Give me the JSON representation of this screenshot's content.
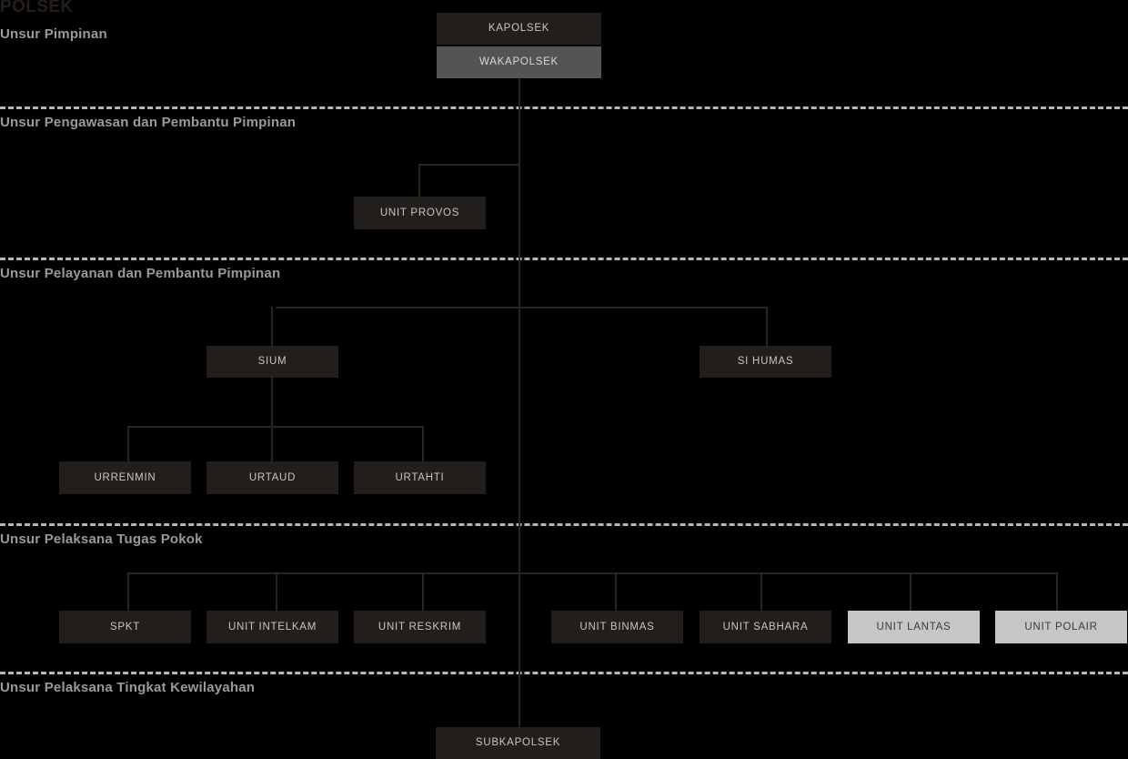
{
  "title": "POLSEK",
  "bands": [
    {
      "label": "Unsur Pimpinan"
    },
    {
      "label": "Unsur Pengawasan dan Pembantu Pimpinan"
    },
    {
      "label": "Unsur Pelayanan dan Pembantu Pimpinan"
    },
    {
      "label": "Unsur Pelaksana Tugas Pokok"
    },
    {
      "label": "Unsur Pelaksana Tingkat Kewilayahan"
    }
  ],
  "nodes": {
    "kapolsek": "KAPOLSEK",
    "wakapolsek": "WAKAPOLSEK",
    "unit_provos": "UNIT PROVOS",
    "sium": "SIUM",
    "si_humas": "SI HUMAS",
    "urrenmin": "URRENMIN",
    "urtaud": "URTAUD",
    "urtahti": "URTAHTI",
    "spkt": "SPKT",
    "unit_intelkam": "UNIT INTELKAM",
    "unit_reskrim": "UNIT RESKRIM",
    "unit_binmas": "UNIT BINMAS",
    "unit_sabhara": "UNIT SABHARA",
    "unit_lantas": "UNIT LANTAS",
    "unit_polair": "UNIT POLAIR",
    "subkapolsek": "SUBKAPOLSEK"
  },
  "colors": {
    "background": "#000000",
    "node_dark": "#211e1b",
    "node_mid": "#555452",
    "node_light": "#c6c6c6",
    "connector": "#2b2520",
    "band_label": "#9a9a9a",
    "title": "#251f1b"
  },
  "chart_data": {
    "type": "diagram",
    "title": "POLSEK",
    "bands": [
      {
        "label": "Unsur Pimpinan",
        "members": [
          "KAPOLSEK",
          "WAKAPOLSEK"
        ]
      },
      {
        "label": "Unsur Pengawasan dan Pembantu Pimpinan",
        "members": [
          "UNIT PROVOS"
        ]
      },
      {
        "label": "Unsur Pelayanan dan Pembantu Pimpinan",
        "members": [
          "SIUM",
          "SI HUMAS",
          "URRENMIN",
          "URTAUD",
          "URTAHTI"
        ]
      },
      {
        "label": "Unsur Pelaksana Tugas Pokok",
        "members": [
          "SPKT",
          "UNIT INTELKAM",
          "UNIT RESKRIM",
          "UNIT BINMAS",
          "UNIT SABHARA",
          "UNIT LANTAS",
          "UNIT POLAIR"
        ]
      },
      {
        "label": "Unsur Pelaksana Tingkat Kewilayahan",
        "members": [
          "SUBKAPOLSEK"
        ]
      }
    ],
    "edges": [
      {
        "from": "KAPOLSEK",
        "to": "WAKAPOLSEK"
      },
      {
        "from": "WAKAPOLSEK",
        "to": "UNIT PROVOS"
      },
      {
        "from": "WAKAPOLSEK",
        "to": "SIUM"
      },
      {
        "from": "WAKAPOLSEK",
        "to": "SI HUMAS"
      },
      {
        "from": "SIUM",
        "to": "URRENMIN"
      },
      {
        "from": "SIUM",
        "to": "URTAUD"
      },
      {
        "from": "SIUM",
        "to": "URTAHTI"
      },
      {
        "from": "WAKAPOLSEK",
        "to": "SPKT"
      },
      {
        "from": "WAKAPOLSEK",
        "to": "UNIT INTELKAM"
      },
      {
        "from": "WAKAPOLSEK",
        "to": "UNIT RESKRIM"
      },
      {
        "from": "WAKAPOLSEK",
        "to": "UNIT BINMAS"
      },
      {
        "from": "WAKAPOLSEK",
        "to": "UNIT SABHARA"
      },
      {
        "from": "WAKAPOLSEK",
        "to": "UNIT LANTAS"
      },
      {
        "from": "WAKAPOLSEK",
        "to": "UNIT POLAIR"
      },
      {
        "from": "WAKAPOLSEK",
        "to": "SUBKAPOLSEK"
      }
    ]
  }
}
